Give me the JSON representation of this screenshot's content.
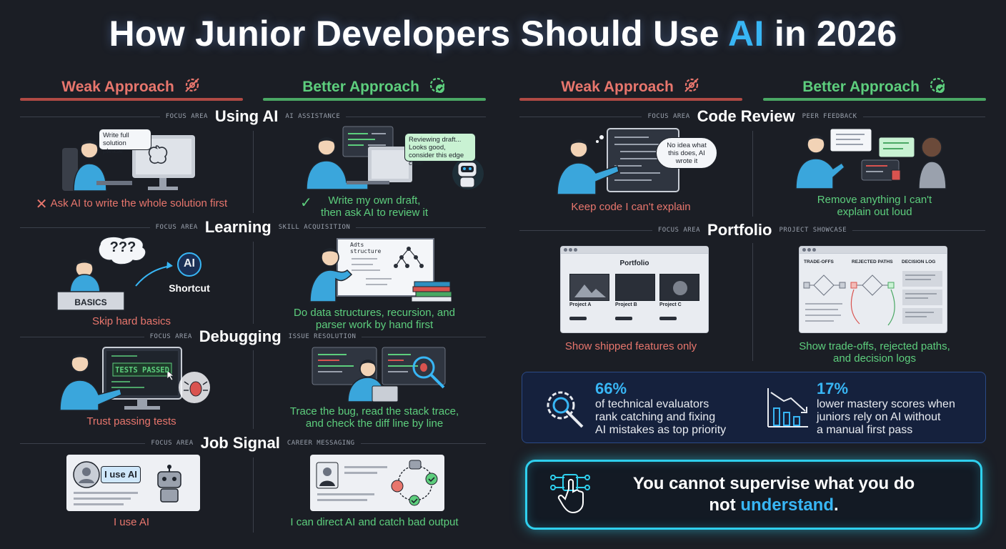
{
  "title": {
    "prefix": "How Junior Developers Should Use ",
    "highlight": "AI",
    "suffix": " in 2026"
  },
  "approach": {
    "weak": "Weak Approach",
    "better": "Better Approach"
  },
  "sections": {
    "using_ai": {
      "focus": "FOCUS AREA",
      "name": "Using AI",
      "sub": "AI ASSISTANCE",
      "weak_bubble": "Write full solution please",
      "better_bubble": "Reviewing draft... Looks good, consider this edge case",
      "weak_caption": "Ask AI to write the whole solution first",
      "better_caption_1": "Write my own draft,",
      "better_caption_2": "then ask AI to review it"
    },
    "learning": {
      "focus": "FOCUS AREA",
      "name": "Learning",
      "sub": "SKILL ACQUISITION",
      "question": "???",
      "basics": "BASICS",
      "ai_chip": "AI",
      "shortcut": "Shortcut",
      "board_title": "Adts structure",
      "weak_caption": "Skip hard basics",
      "better_caption_1": "Do data structures, recursion, and",
      "better_caption_2": "parser work by hand first"
    },
    "debugging": {
      "focus": "FOCUS AREA",
      "name": "Debugging",
      "sub": "ISSUE RESOLUTION",
      "tests_passed": "TESTS PASSED",
      "weak_caption": "Trust passing tests",
      "better_caption_1": "Trace the bug, read the stack trace,",
      "better_caption_2": "and check the diff line by line"
    },
    "job_signal": {
      "focus": "FOCUS AREA",
      "name": "Job Signal",
      "sub": "CAREER MESSAGING",
      "i_use_ai_tag": "I use AI",
      "weak_caption": "I use AI",
      "better_caption": "I can direct AI and catch bad output"
    },
    "code_review": {
      "focus": "FOCUS AREA",
      "name": "Code Review",
      "sub": "PEER FEEDBACK",
      "weak_bubble": "No idea what this does, AI wrote it",
      "weak_caption": "Keep code I can't explain",
      "better_caption_1": "Remove anything I can't",
      "better_caption_2": "explain out loud"
    },
    "portfolio": {
      "focus": "FOCUS AREA",
      "name": "Portfolio",
      "sub": "PROJECT SHOWCASE",
      "portfolio_title": "Portfolio",
      "projects": [
        "Project A",
        "Project B",
        "Project C"
      ],
      "columns": [
        "TRADE-OFFS",
        "REJECTED PATHS",
        "DECISION LOG"
      ],
      "weak_caption": "Show shipped features only",
      "better_caption_1": "Show trade-offs, rejected paths,",
      "better_caption_2": "and decision logs"
    }
  },
  "stats": [
    {
      "pct": "66%",
      "lines": [
        "of technical evaluators",
        "rank catching and fixing",
        "AI mistakes as top priority"
      ]
    },
    {
      "pct": "17%",
      "lines": [
        "lower mastery scores when",
        "juniors rely on AI without",
        "a manual first pass"
      ]
    }
  ],
  "quote": {
    "line1": "You cannot supervise what you do",
    "line2_prefix": "not ",
    "line2_highlight": "understand",
    "line2_suffix": "."
  },
  "colors": {
    "weak": "#e8766d",
    "better": "#5dce7d",
    "accent": "#38b6f5",
    "glow": "#2fd0ee",
    "background": "#1b1e25"
  }
}
